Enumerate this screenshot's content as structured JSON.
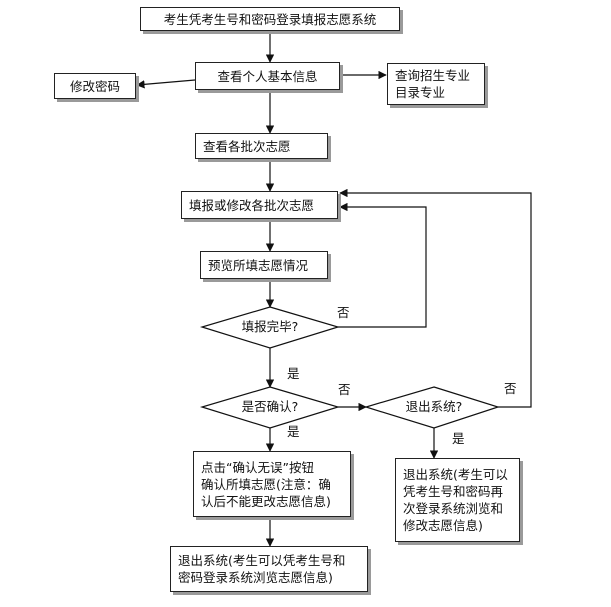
{
  "nodes": {
    "login": "考生凭考生号和密码登录填报志愿系统",
    "view_info": "查看个人基本信息",
    "change_pwd": "修改密码",
    "query_majors": "查询招生专业\n目录专业",
    "view_batches": "查看各批次志愿",
    "fill_modify": "填报或修改各批次志愿",
    "preview": "预览所填志愿情况",
    "fill_done": "填报完毕?",
    "confirm": "是否确认?",
    "exit_q": "退出系统?",
    "click_confirm": "点击“确认无误”按钮\n确认所填志愿(注意：确\n认后不能更改志愿信息)",
    "exit_right": "退出系统(考生可以\n凭考生号和密码再\n次登录系统浏览和\n修改志愿信息)",
    "exit_bottom": "退出系统(考生可以凭考生号和\n密码登录系统浏览志愿信息)"
  },
  "labels": {
    "no_fill": "否",
    "yes_fill": "是",
    "no_confirm": "否",
    "yes_confirm": "是",
    "no_exit": "否",
    "yes_exit": "是"
  }
}
